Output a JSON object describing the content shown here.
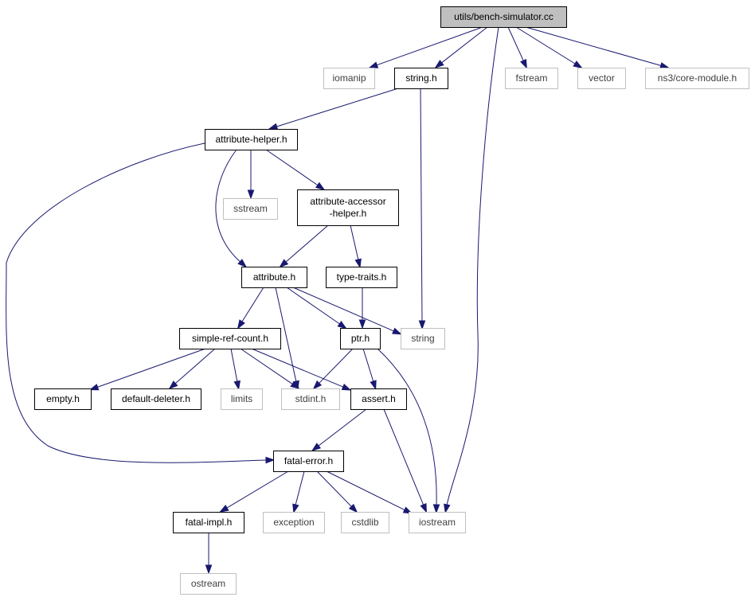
{
  "nodes": [
    {
      "id": "root",
      "label": "utils/bench-simulator.cc",
      "kind": "root"
    },
    {
      "id": "iomanip",
      "label": "iomanip",
      "kind": "external"
    },
    {
      "id": "string_h",
      "label": "string.h",
      "kind": "local"
    },
    {
      "id": "fstream",
      "label": "fstream",
      "kind": "external"
    },
    {
      "id": "vector",
      "label": "vector",
      "kind": "external"
    },
    {
      "id": "core_module",
      "label": "ns3/core-module.h",
      "kind": "external"
    },
    {
      "id": "attribute_helper",
      "label": "attribute-helper.h",
      "kind": "local"
    },
    {
      "id": "sstream",
      "label": "sstream",
      "kind": "external"
    },
    {
      "id": "accessor_helper",
      "label": [
        "attribute-accessor",
        "-helper.h"
      ],
      "kind": "local"
    },
    {
      "id": "attribute_h",
      "label": "attribute.h",
      "kind": "local"
    },
    {
      "id": "type_traits",
      "label": "type-traits.h",
      "kind": "local"
    },
    {
      "id": "string",
      "label": "string",
      "kind": "external"
    },
    {
      "id": "simple_ref_count",
      "label": "simple-ref-count.h",
      "kind": "local"
    },
    {
      "id": "ptr_h",
      "label": "ptr.h",
      "kind": "local"
    },
    {
      "id": "empty_h",
      "label": "empty.h",
      "kind": "local"
    },
    {
      "id": "default_deleter",
      "label": "default-deleter.h",
      "kind": "local"
    },
    {
      "id": "limits",
      "label": "limits",
      "kind": "external"
    },
    {
      "id": "stdint",
      "label": "stdint.h",
      "kind": "external"
    },
    {
      "id": "assert_h",
      "label": "assert.h",
      "kind": "local"
    },
    {
      "id": "fatal_error",
      "label": "fatal-error.h",
      "kind": "local"
    },
    {
      "id": "fatal_impl",
      "label": "fatal-impl.h",
      "kind": "local"
    },
    {
      "id": "exception",
      "label": "exception",
      "kind": "external"
    },
    {
      "id": "cstdlib",
      "label": "cstdlib",
      "kind": "external"
    },
    {
      "id": "iostream",
      "label": "iostream",
      "kind": "external"
    },
    {
      "id": "ostream",
      "label": "ostream",
      "kind": "external"
    }
  ],
  "edges": [
    {
      "from": "root",
      "to": "iomanip"
    },
    {
      "from": "root",
      "to": "string_h"
    },
    {
      "from": "root",
      "to": "iostream"
    },
    {
      "from": "root",
      "to": "fstream"
    },
    {
      "from": "root",
      "to": "vector"
    },
    {
      "from": "root",
      "to": "core_module"
    },
    {
      "from": "string_h",
      "to": "attribute_helper"
    },
    {
      "from": "string_h",
      "to": "string"
    },
    {
      "from": "attribute_helper",
      "to": "sstream"
    },
    {
      "from": "attribute_helper",
      "to": "accessor_helper"
    },
    {
      "from": "attribute_helper",
      "to": "attribute_h"
    },
    {
      "from": "attribute_helper",
      "to": "fatal_error"
    },
    {
      "from": "accessor_helper",
      "to": "attribute_h"
    },
    {
      "from": "accessor_helper",
      "to": "type_traits"
    },
    {
      "from": "attribute_h",
      "to": "simple_ref_count"
    },
    {
      "from": "attribute_h",
      "to": "stdint"
    },
    {
      "from": "attribute_h",
      "to": "ptr_h"
    },
    {
      "from": "attribute_h",
      "to": "string"
    },
    {
      "from": "type_traits",
      "to": "ptr_h"
    },
    {
      "from": "simple_ref_count",
      "to": "empty_h"
    },
    {
      "from": "simple_ref_count",
      "to": "default_deleter"
    },
    {
      "from": "simple_ref_count",
      "to": "limits"
    },
    {
      "from": "simple_ref_count",
      "to": "stdint"
    },
    {
      "from": "simple_ref_count",
      "to": "assert_h"
    },
    {
      "from": "ptr_h",
      "to": "stdint"
    },
    {
      "from": "ptr_h",
      "to": "assert_h"
    },
    {
      "from": "ptr_h",
      "to": "iostream"
    },
    {
      "from": "assert_h",
      "to": "fatal_error"
    },
    {
      "from": "assert_h",
      "to": "iostream"
    },
    {
      "from": "fatal_error",
      "to": "fatal_impl"
    },
    {
      "from": "fatal_error",
      "to": "exception"
    },
    {
      "from": "fatal_error",
      "to": "cstdlib"
    },
    {
      "from": "fatal_error",
      "to": "iostream"
    },
    {
      "from": "fatal_impl",
      "to": "ostream"
    }
  ],
  "colors": {
    "edge": "#191970",
    "root_fill": "#bfbfbf",
    "local_border": "#000000",
    "external_border": "#bfbfbf"
  }
}
